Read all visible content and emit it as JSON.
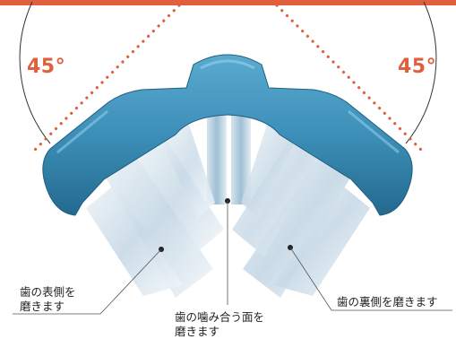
{
  "figure": {
    "angle_left": "45°",
    "angle_right": "45°",
    "labels": {
      "outer_line1": "歯の表側を",
      "outer_line2": "磨きます",
      "bite_line1": "歯の噛み合う面を",
      "bite_line2": "磨きます",
      "inner": "歯の裏側を磨きます"
    },
    "colors": {
      "accent": "#e0603d",
      "brush_head": "#3c8fb8",
      "bristles": "#c9dbe8"
    }
  }
}
